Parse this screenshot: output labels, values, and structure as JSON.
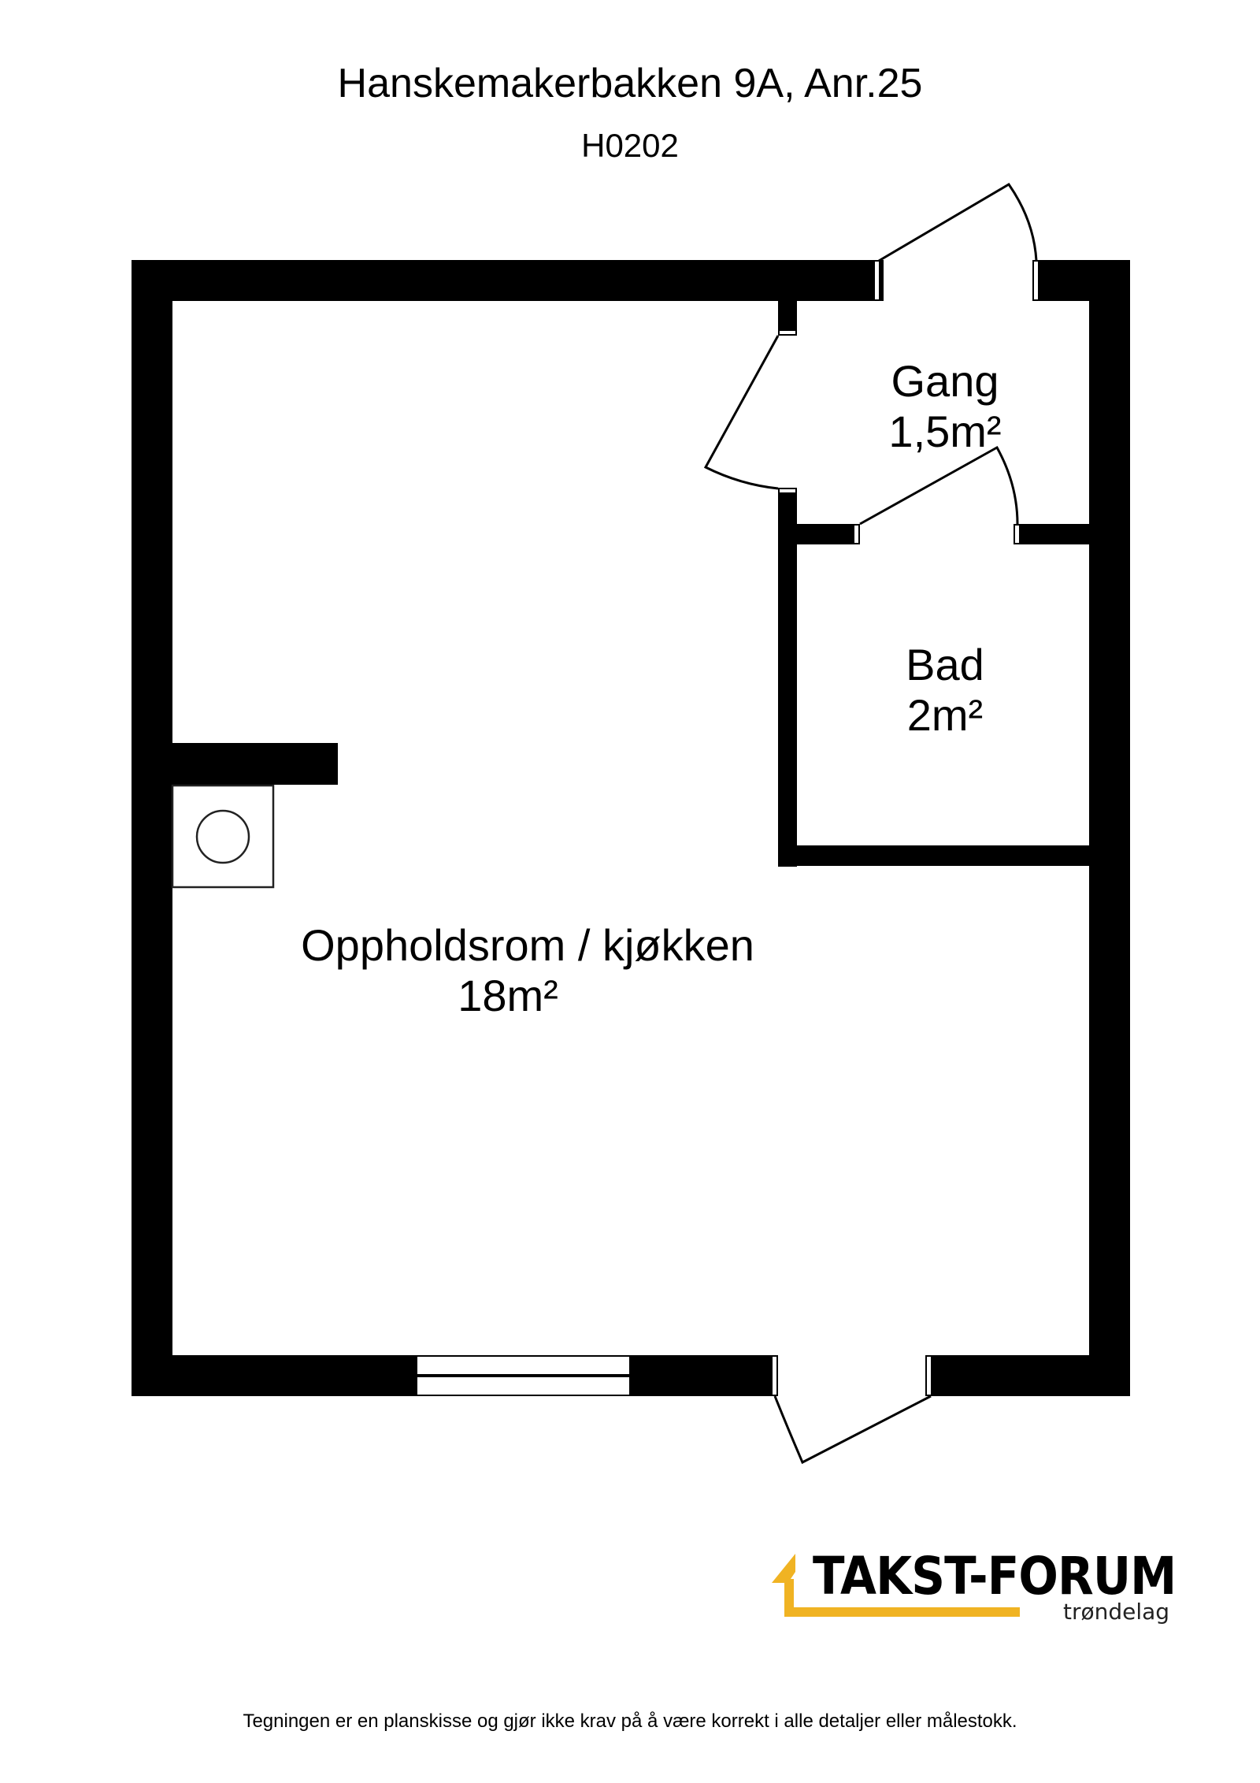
{
  "header": {
    "title": "Hanskemakerbakken 9A, Anr.25",
    "unit_code": "H0202"
  },
  "rooms": [
    {
      "name": "Gang",
      "area": "1,5m²"
    },
    {
      "name": "Bad",
      "area": "2m²"
    },
    {
      "name": "Oppholdsrom / kjøkken",
      "area": "18m²"
    }
  ],
  "fixtures": {
    "chimney_icon": "circle-in-square"
  },
  "logo": {
    "main": "TAKST-FORUM",
    "sub": "trøndelag",
    "accent_color": "#F0B323"
  },
  "footer": {
    "disclaimer": "Tegningen er en planskisse og gjør ikke krav på å være korrekt i alle detaljer eller målestokk."
  },
  "colors": {
    "wall": "#000000",
    "background": "#FFFFFF"
  }
}
